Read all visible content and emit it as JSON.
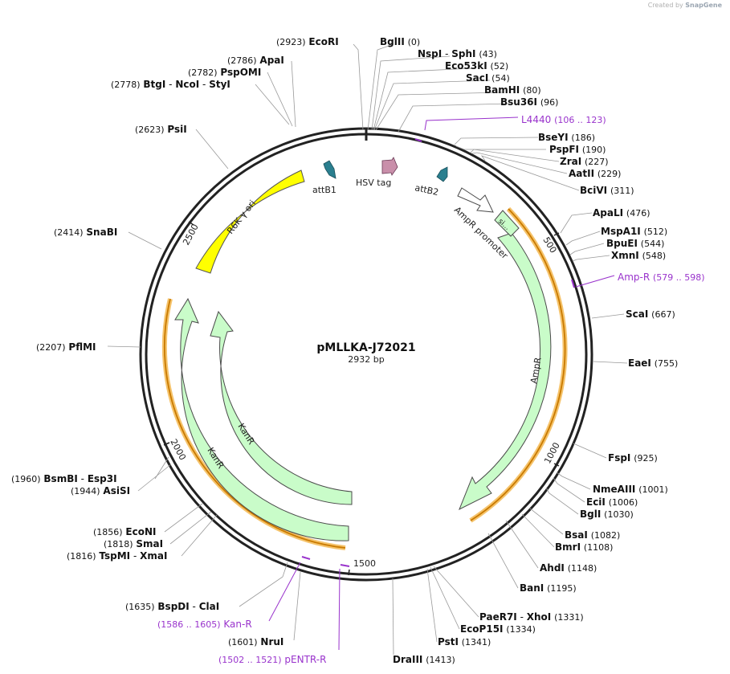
{
  "watermark": {
    "prefix": "Created by",
    "brand": "SnapGene"
  },
  "plasmid": {
    "name": "pMLLKA-J72021",
    "length_label": "2932 bp"
  },
  "colors": {
    "feature_fill": "#c9fcc9",
    "ori_fill": "#ffff00",
    "primer": "#9933cc",
    "orange": "#f5a623",
    "attB": "#2a7f8f",
    "hsv": "#c98faa"
  },
  "ticks": [
    "500",
    "1000",
    "1500",
    "2000",
    "2500"
  ],
  "features": {
    "attB1": "attB1",
    "hsv_tag": "HSV tag",
    "attB2": "attB2",
    "ampr_promoter": "AmpR promoter",
    "sig": "si...",
    "ampr": "AmpR",
    "kanr_outer": "KanR",
    "kanr_inner": "KanR",
    "ori": "R6K γ ori"
  },
  "primers": {
    "l4440": {
      "name": "L4440",
      "range": "(106 .. 123)"
    },
    "amp_r": {
      "name": "Amp-R",
      "range": "(579 .. 598)"
    },
    "kan_r": {
      "name": "Kan-R",
      "range": "(1586 .. 1605)"
    },
    "pentr_r": {
      "name": "pENTR-R",
      "range": "(1502 .. 1521)"
    }
  },
  "sites": {
    "ecori": {
      "name": "EcoRI",
      "pos": "(2923)"
    },
    "bglii": {
      "name": "BglII",
      "pos": "(0)"
    },
    "nspi": {
      "name": "NspI",
      "sep": "-",
      "name2": "SphI",
      "pos": "(43)"
    },
    "eco53ki": {
      "name": "Eco53kI",
      "pos": "(52)"
    },
    "saci": {
      "name": "SacI",
      "pos": "(54)"
    },
    "bamhi": {
      "name": "BamHI",
      "pos": "(80)"
    },
    "bsu36i": {
      "name": "Bsu36I",
      "pos": "(96)"
    },
    "bseyi": {
      "name": "BseYI",
      "pos": "(186)"
    },
    "pspfi": {
      "name": "PspFI",
      "pos": "(190)"
    },
    "zrai": {
      "name": "ZraI",
      "pos": "(227)"
    },
    "aatii": {
      "name": "AatII",
      "pos": "(229)"
    },
    "bcivi": {
      "name": "BciVI",
      "pos": "(311)"
    },
    "apali": {
      "name": "ApaLI",
      "pos": "(476)"
    },
    "mspa1i": {
      "name": "MspA1I",
      "pos": "(512)"
    },
    "bpuei": {
      "name": "BpuEI",
      "pos": "(544)"
    },
    "xmni": {
      "name": "XmnI",
      "pos": "(548)"
    },
    "scai": {
      "name": "ScaI",
      "pos": "(667)"
    },
    "eaei": {
      "name": "EaeI",
      "pos": "(755)"
    },
    "fspi": {
      "name": "FspI",
      "pos": "(925)"
    },
    "nmeaiii": {
      "name": "NmeAIII",
      "pos": "(1001)"
    },
    "ecii": {
      "name": "EciI",
      "pos": "(1006)"
    },
    "bgli": {
      "name": "BglI",
      "pos": "(1030)"
    },
    "bsai": {
      "name": "BsaI",
      "pos": "(1082)"
    },
    "bmri": {
      "name": "BmrI",
      "pos": "(1108)"
    },
    "ahdi": {
      "name": "AhdI",
      "pos": "(1148)"
    },
    "bani": {
      "name": "BanI",
      "pos": "(1195)"
    },
    "paer7i": {
      "name": "PaeR7I",
      "sep": "-",
      "name2": "XhoI",
      "pos": "(1331)"
    },
    "ecop15i": {
      "name": "EcoP15I",
      "pos": "(1334)"
    },
    "psti": {
      "name": "PstI",
      "pos": "(1341)"
    },
    "draiii": {
      "name": "DraIII",
      "pos": "(1413)"
    },
    "nrui": {
      "name": "NruI",
      "pos": "(1601)"
    },
    "bspdi": {
      "name": "BspDI",
      "sep": "-",
      "name2": "ClaI",
      "pos": "(1635)"
    },
    "tspmi": {
      "name": "TspMI",
      "sep": "-",
      "name2": "XmaI",
      "pos": "(1816)"
    },
    "smai": {
      "name": "SmaI",
      "pos": "(1818)"
    },
    "econi": {
      "name": "EcoNI",
      "pos": "(1856)"
    },
    "asisi": {
      "name": "AsiSI",
      "pos": "(1944)"
    },
    "bsmbi": {
      "name": "BsmBI",
      "sep": "-",
      "name2": "Esp3I",
      "pos": "(1960)"
    },
    "pflmi": {
      "name": "PflMI",
      "pos": "(2207)"
    },
    "snabi": {
      "name": "SnaBI",
      "pos": "(2414)"
    },
    "psii": {
      "name": "PsiI",
      "pos": "(2623)"
    },
    "btgi": {
      "name": "BtgI",
      "sep": "-",
      "name2": "NcoI",
      "sep2": "-",
      "name3": "StyI",
      "pos": "(2778)"
    },
    "pspomi": {
      "name": "PspOMI",
      "pos": "(2782)"
    },
    "apai": {
      "name": "ApaI",
      "pos": "(2786)"
    }
  }
}
